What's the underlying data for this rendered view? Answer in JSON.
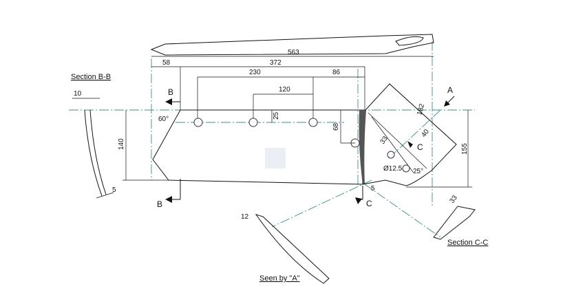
{
  "title": "Plough share technical drawing",
  "dimensions": {
    "total_length": "563",
    "d58": "58",
    "d372": "372",
    "d230": "230",
    "d86": "86",
    "d120": "120",
    "d25": "25",
    "d68": "68",
    "d140": "140",
    "d182": "182",
    "d155": "155",
    "d40": "40",
    "d33": "33",
    "hole_diameter": "Ø12.5",
    "angle_25": "25°",
    "angle_60": "60°",
    "d10": "10",
    "d5_left": "5",
    "d5_right": "5",
    "d33_section": "33",
    "d12": "12"
  },
  "labels": {
    "section_bb": "Section B-B",
    "section_cc": "Section C-C",
    "seen_by_a": "Seen by \"A\"",
    "b_top": "B",
    "b_bottom": "B",
    "c_top": "C",
    "c_bottom": "C",
    "a": "A"
  },
  "colors": {
    "centerline": "#3d8c8c",
    "line": "#111111"
  }
}
